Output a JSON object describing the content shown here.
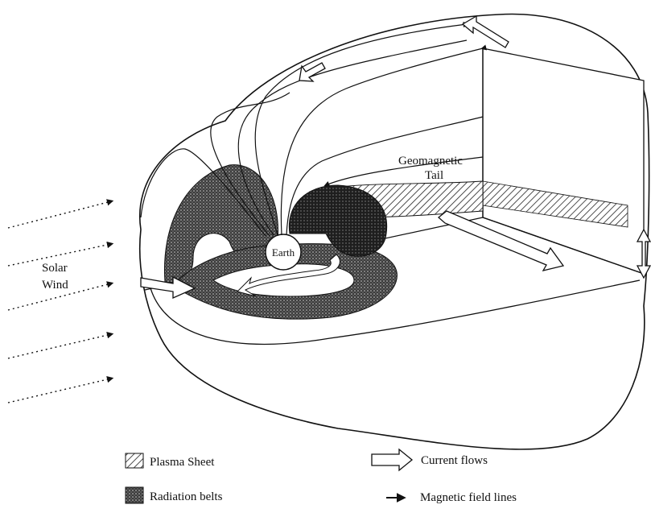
{
  "labels": {
    "earth": "Earth",
    "solar_wind_line1": "Solar",
    "solar_wind_line2": "Wind",
    "tail_line1": "Geomagnetic",
    "tail_line2": "Tail"
  },
  "legend": {
    "plasma_sheet": "Plasma Sheet",
    "radiation_belts": "Radiation belts",
    "current_flows": "Current flows",
    "field_lines": "Magnetic field lines"
  }
}
